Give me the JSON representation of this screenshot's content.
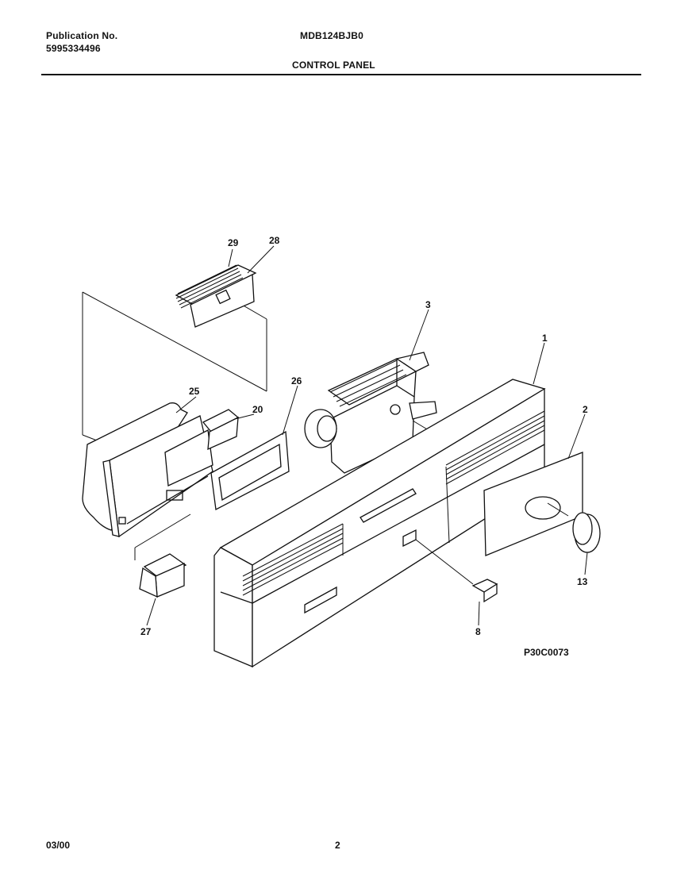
{
  "header": {
    "publication_label": "Publication No.",
    "publication_number": "5995334496",
    "model": "MDB124BJB0",
    "section_title": "CONTROL PANEL"
  },
  "diagram": {
    "callouts": [
      "1",
      "2",
      "3",
      "8",
      "13",
      "20",
      "25",
      "26",
      "27",
      "28",
      "29"
    ],
    "figure_code": "P30C0073"
  },
  "footer": {
    "date": "03/00",
    "page_number": "2"
  }
}
